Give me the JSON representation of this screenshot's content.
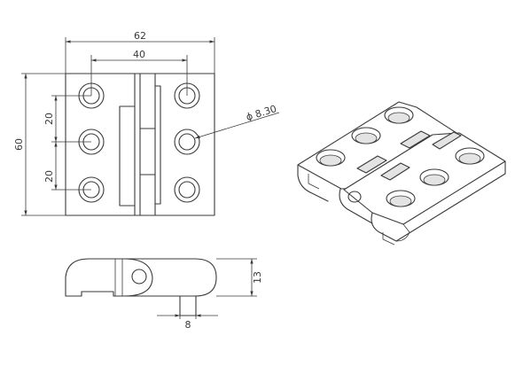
{
  "dimensions": {
    "overall_width": "62",
    "hole_spacing_width": "40",
    "overall_height": "60",
    "hole_pitch_top": "20",
    "hole_pitch_bottom": "20",
    "hole_diameter": "ϕ 8.30",
    "thickness": "13",
    "pin_width": "8"
  },
  "colors": {
    "line": "#3a3a3a",
    "background": "#ffffff"
  }
}
